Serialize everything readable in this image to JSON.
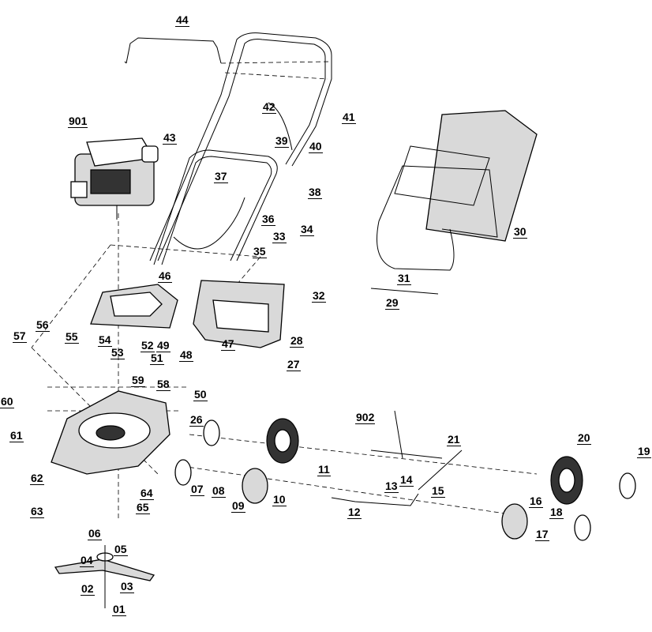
{
  "labels": {
    "l44": "44",
    "l901": "901",
    "l43": "43",
    "l37": "37",
    "l42": "42",
    "l41": "41",
    "l39": "39",
    "l40": "40",
    "l38": "38",
    "l36": "36",
    "l35": "35",
    "l34": "34",
    "l33": "33",
    "l32": "32",
    "l30": "30",
    "l31": "31",
    "l29": "29",
    "l46": "46",
    "l28": "28",
    "l47": "47",
    "l27": "27",
    "l56": "56",
    "l57": "57",
    "l55": "55",
    "l54": "54",
    "l53": "53",
    "l52": "52",
    "l49": "49",
    "l48": "48",
    "l51": "51",
    "l50": "50",
    "l59": "59",
    "l58": "58",
    "l60": "60",
    "l61": "61",
    "l26": "26",
    "l902": "902",
    "l21": "21",
    "l20": "20",
    "l19": "19",
    "l62": "62",
    "l07": "07",
    "l08": "08",
    "l09": "09",
    "l10": "10",
    "l11": "11",
    "l14": "14",
    "l13": "13",
    "l15": "15",
    "l12": "12",
    "l16": "16",
    "l18": "18",
    "l17": "17",
    "l64": "64",
    "l65": "65",
    "l63": "63",
    "l06": "06",
    "l05": "05",
    "l04": "04",
    "l03": "03",
    "l02": "02",
    "l01": "01"
  }
}
